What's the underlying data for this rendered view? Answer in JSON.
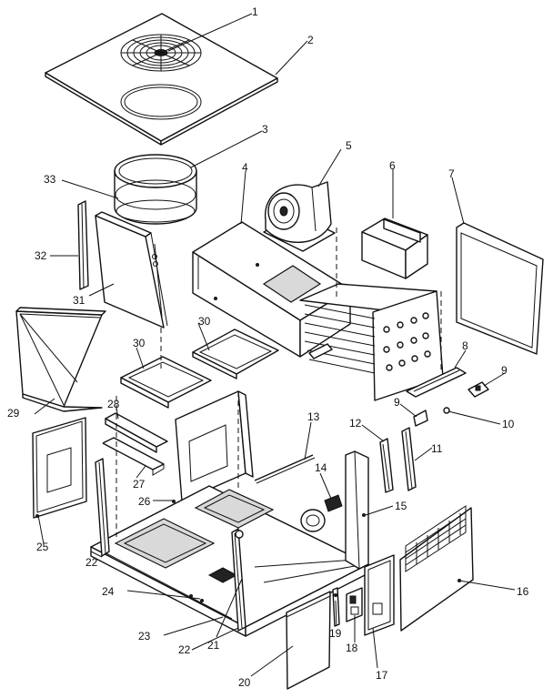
{
  "callouts": [
    {
      "id": "1",
      "label": "1"
    },
    {
      "id": "2",
      "label": "2"
    },
    {
      "id": "3",
      "label": "3"
    },
    {
      "id": "4",
      "label": "4"
    },
    {
      "id": "5",
      "label": "5"
    },
    {
      "id": "6",
      "label": "6"
    },
    {
      "id": "7",
      "label": "7"
    },
    {
      "id": "8",
      "label": "8"
    },
    {
      "id": "9a",
      "label": "9"
    },
    {
      "id": "9b",
      "label": "9"
    },
    {
      "id": "10",
      "label": "10"
    },
    {
      "id": "11",
      "label": "11"
    },
    {
      "id": "12",
      "label": "12"
    },
    {
      "id": "13",
      "label": "13"
    },
    {
      "id": "14",
      "label": "14"
    },
    {
      "id": "15",
      "label": "15"
    },
    {
      "id": "16",
      "label": "16"
    },
    {
      "id": "17",
      "label": "17"
    },
    {
      "id": "18",
      "label": "18"
    },
    {
      "id": "19",
      "label": "19"
    },
    {
      "id": "20",
      "label": "20"
    },
    {
      "id": "21",
      "label": "21"
    },
    {
      "id": "22a",
      "label": "22"
    },
    {
      "id": "22b",
      "label": "22"
    },
    {
      "id": "23",
      "label": "23"
    },
    {
      "id": "24",
      "label": "24"
    },
    {
      "id": "25",
      "label": "25"
    },
    {
      "id": "26",
      "label": "26"
    },
    {
      "id": "27",
      "label": "27"
    },
    {
      "id": "28",
      "label": "28"
    },
    {
      "id": "29",
      "label": "29"
    },
    {
      "id": "30a",
      "label": "30"
    },
    {
      "id": "30b",
      "label": "30"
    },
    {
      "id": "31",
      "label": "31"
    },
    {
      "id": "32",
      "label": "32"
    },
    {
      "id": "33",
      "label": "33"
    }
  ]
}
